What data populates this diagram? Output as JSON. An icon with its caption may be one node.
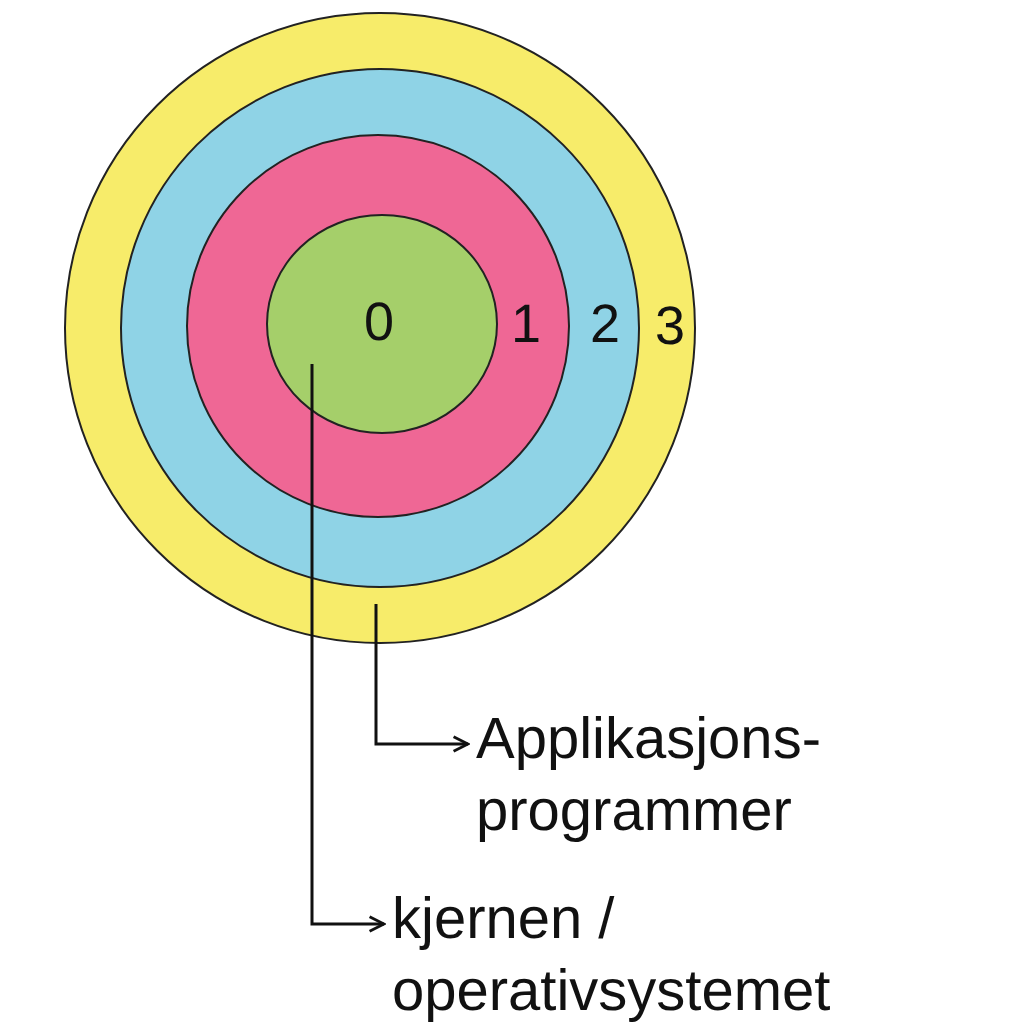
{
  "diagram": {
    "nodes": [
      {
        "text": [
          "3"
        ]
      },
      {
        "text": [
          "2"
        ],
        "in": 0
      },
      {
        "text": [
          "1"
        ],
        "in": 1
      },
      {
        "text": [
          "0"
        ],
        "in": 2
      },
      {
        "text": [
          "Applikasjons- programmer"
        ]
      },
      {
        "text": [
          "kjernen / operativsystemet"
        ]
      }
    ],
    "edges": [
      {
        "from": 0,
        "to": 4,
        "arrow": "to"
      },
      {
        "from": 3,
        "to": 5,
        "arrow": "to"
      }
    ]
  }
}
